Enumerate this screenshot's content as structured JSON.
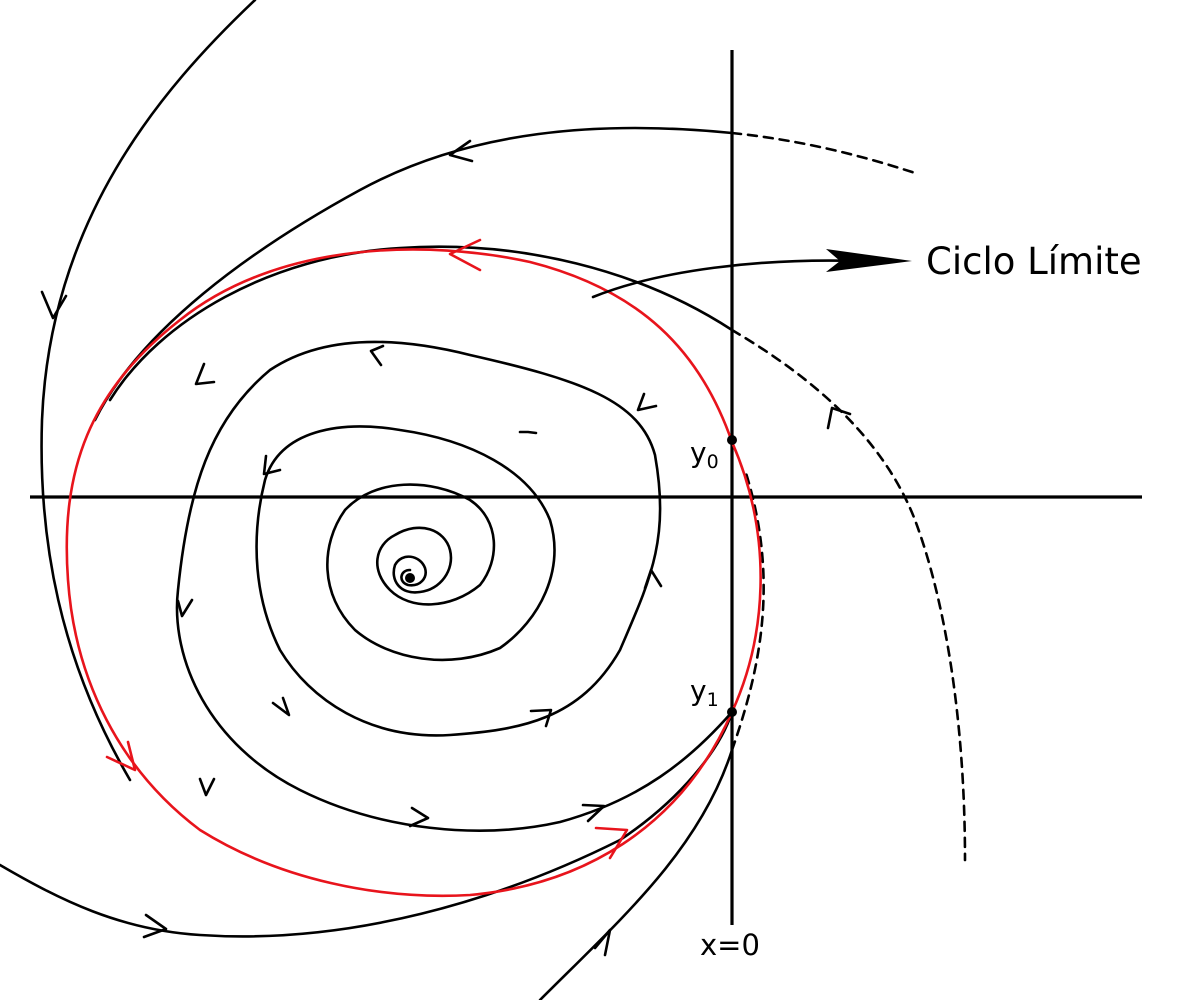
{
  "labels": {
    "limit_cycle": "Ciclo Límite",
    "axis_x0": "x=0",
    "point_y0": {
      "base": "y",
      "sub": "0"
    },
    "point_y1": {
      "base": "y",
      "sub": "1"
    }
  },
  "colors": {
    "trajectory": "#000000",
    "limit_cycle": "#e8141c",
    "axis": "#000000"
  }
}
